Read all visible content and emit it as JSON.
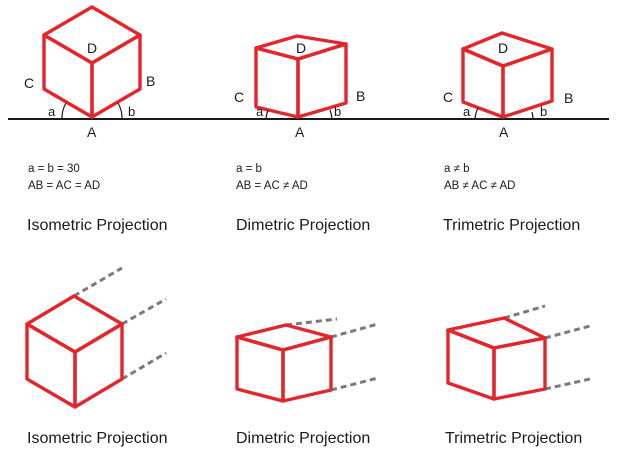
{
  "colors": {
    "cube_edge": "#e3262b",
    "guide_line": "#7a7a7a",
    "ground_line": "#1a1a1a",
    "text": "#1a1a1a",
    "background": "#ffffff"
  },
  "top_row": {
    "point_labels": {
      "a": "A",
      "b": "B",
      "c": "C",
      "d": "D"
    },
    "angle_labels": {
      "left": "a",
      "right": "b"
    },
    "panels": [
      {
        "id": "isometric",
        "condition_line1": "a = b = 30",
        "condition_line2": "AB = AC = AD",
        "caption": "Isometric Projection"
      },
      {
        "id": "dimetric",
        "condition_line1": "a = b",
        "condition_line2": "AB = AC ≠ AD",
        "caption": "Dimetric Projection"
      },
      {
        "id": "trimetric",
        "condition_line1": "a ≠ b",
        "condition_line2": "AB ≠ AC ≠ AD",
        "caption": "Trimetric Projection"
      }
    ]
  },
  "bottom_row": {
    "panels": [
      {
        "id": "isometric",
        "caption": "Isometric Projection"
      },
      {
        "id": "dimetric",
        "caption": "Dimetric Projection"
      },
      {
        "id": "trimetric",
        "caption": "Trimetric Projection"
      }
    ]
  }
}
